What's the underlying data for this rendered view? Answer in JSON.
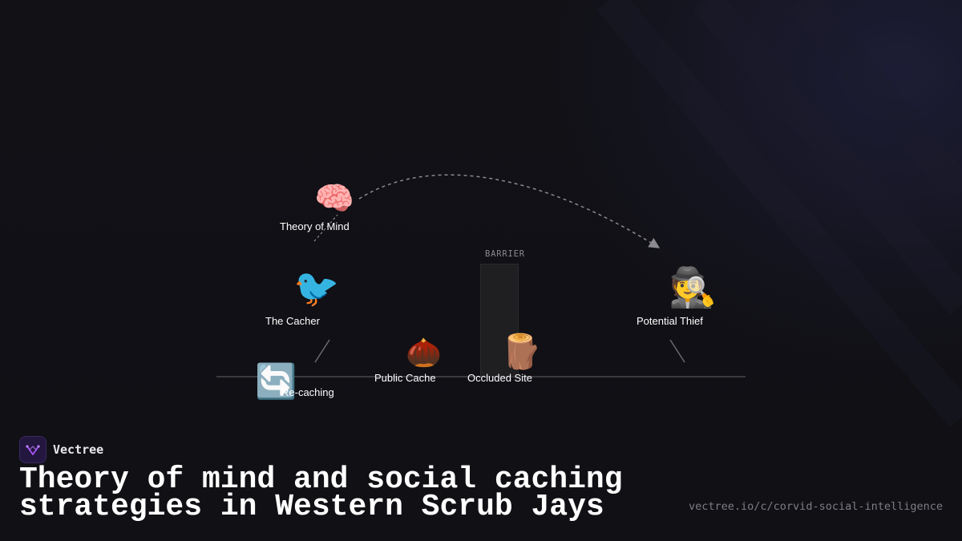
{
  "diagram": {
    "nodes": {
      "theory_of_mind": {
        "icon": "🧠",
        "icon_name": "brain-icon",
        "label": "Theory of Mind"
      },
      "cacher": {
        "icon": "🐦",
        "icon_name": "bird-icon",
        "label": "The Cacher"
      },
      "thief": {
        "icon": "🕵️",
        "icon_name": "detective-icon",
        "label": "Potential Thief"
      },
      "public_cache": {
        "icon": "🌰",
        "icon_name": "chestnut-icon",
        "label": "Public Cache"
      },
      "occluded_site": {
        "icon": "🪵",
        "icon_name": "log-icon",
        "label": "Occluded Site"
      },
      "re_caching": {
        "icon": "🔄",
        "icon_name": "refresh-icon",
        "label": "Re-caching"
      }
    },
    "barrier_label": "BARRIER"
  },
  "footer": {
    "brand": "Vectree",
    "title_lines": [
      "Theory of mind and social caching",
      "strategies in Western Scrub Jays"
    ],
    "url": "vectree.io/c/corvid-social-intelligence"
  },
  "colors": {
    "background": "#111116",
    "ground_line": "#3a3a3e",
    "arrow": "#8a8a8f",
    "logo_accent": "#a855f7"
  }
}
